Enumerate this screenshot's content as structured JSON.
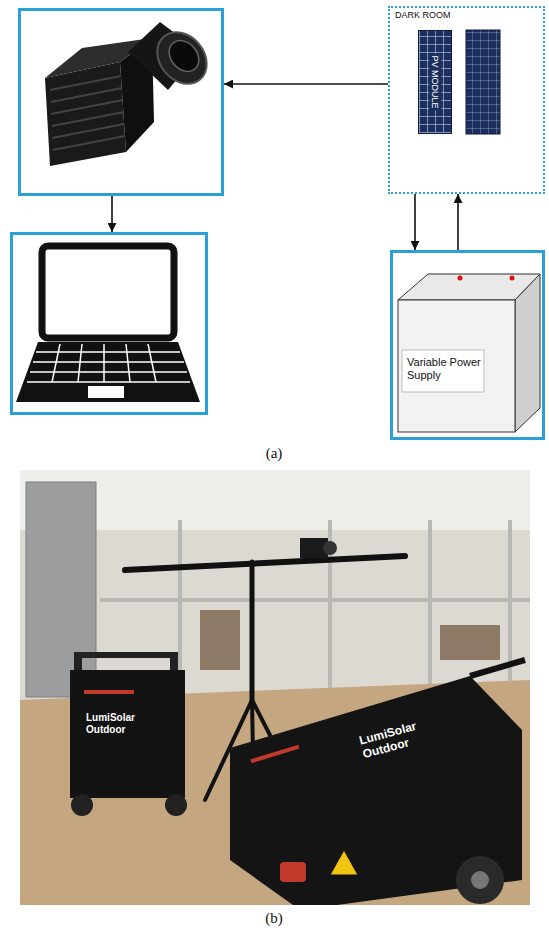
{
  "diagram": {
    "nodes": [
      {
        "text": []
      },
      {
        "text": [
          "DARK ROOM"
        ]
      },
      {
        "text": [
          "PV MODULE"
        ],
        "in": 1
      },
      {
        "text": []
      },
      {
        "text": [
          "Variable Power Supply"
        ]
      }
    ],
    "edges": [
      {
        "from": 1,
        "to": 0,
        "arrow": "to"
      },
      {
        "from": 0,
        "to": 3,
        "arrow": "to"
      },
      {
        "from": 1,
        "to": 4,
        "arrow": "to"
      },
      {
        "from": 4,
        "to": 1,
        "arrow": "to"
      }
    ],
    "labels": [
      "(a)",
      "(b)",
      "LumiSolar Outdoor",
      "LumiSolar Outdoor"
    ]
  }
}
